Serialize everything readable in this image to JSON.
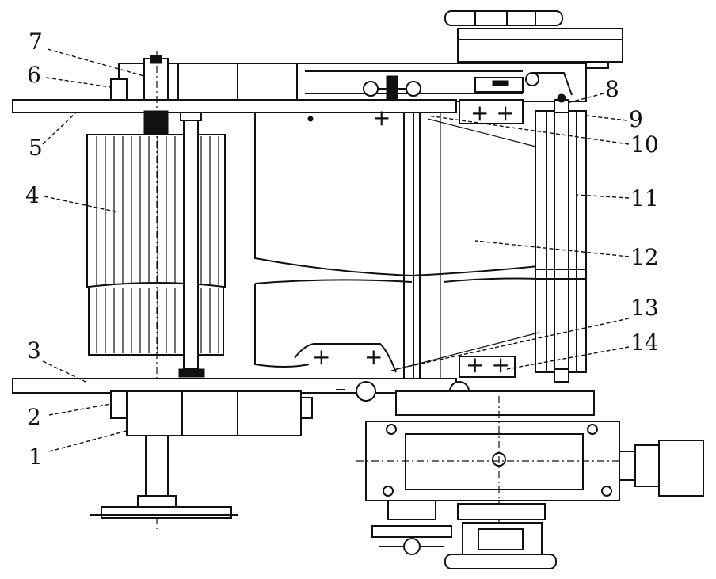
{
  "labels": [
    {
      "id": "1",
      "text": "1"
    },
    {
      "id": "2",
      "text": "2"
    },
    {
      "id": "3",
      "text": "3"
    },
    {
      "id": "4",
      "text": "4"
    },
    {
      "id": "5",
      "text": "5"
    },
    {
      "id": "6",
      "text": "6"
    },
    {
      "id": "7",
      "text": "7"
    },
    {
      "id": "8",
      "text": "8"
    },
    {
      "id": "9",
      "text": "9"
    },
    {
      "id": "10",
      "text": "10"
    },
    {
      "id": "11",
      "text": "11"
    },
    {
      "id": "12",
      "text": "12"
    },
    {
      "id": "13",
      "text": "13"
    },
    {
      "id": "14",
      "text": "14"
    }
  ]
}
